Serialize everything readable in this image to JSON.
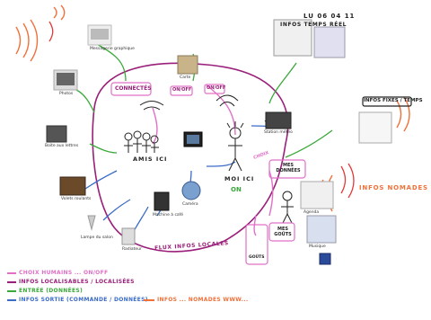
{
  "center_labels": {
    "amis_ici": "AMIS ICI",
    "moi_ici": "MOI ICI",
    "on": "ON",
    "connectes": "CONNECTÉS",
    "on_off_a": "ON/OFF",
    "on_off_b": "ON/OFF",
    "mes_donnees": "MES DONNÉES",
    "mes_gouts": "MES GOÛTS",
    "choix": "CHOIX",
    "gouts": "GOÛTS",
    "flux_infos_locales": "FLUX INFOS LOCALES"
  },
  "realtime": {
    "date": "LU 06 04 11",
    "title": "INFOS TEMPS RÉEL"
  },
  "fixed": {
    "title": "INFOS FIXES / TEMPS"
  },
  "nomades": {
    "title": "INFOS NOMADES"
  },
  "device_labels": {
    "messagerie": "Messagerie graphique",
    "photos": "Photos",
    "boite_lettres": "Boite aux lettres",
    "lampe": "Lampe du salon",
    "radiateur": "Radiateur",
    "machine_cafe": "Machine à café",
    "volets": "Volets roulants",
    "station_meteo": "Station météo",
    "agenda": "Agenda",
    "camera": "Caméra",
    "carte": "Carte",
    "musique": "Musique"
  },
  "legend": [
    {
      "text": "CHOIX HUMAINS ... ON/OFF",
      "color": "#e070c8"
    },
    {
      "text": "INFOS LOCALISABLES / LOCALISÉES",
      "color": "#9a1f7a"
    },
    {
      "text": "ENTRÉE (DONNÉES)",
      "color": "#3aa83a"
    },
    {
      "text": "INFOS SORTIE (COMMANDE / DONNÉES)",
      "color": "#3a6cc8"
    }
  ],
  "legend_extra": "INFOS ... NOMADES WWW...",
  "colors": {
    "pink": "#e070c8",
    "purple": "#9a1f7a",
    "green": "#3aa83a",
    "blue": "#3a6cc8",
    "orange": "#f0703a",
    "red": "#e03a3a",
    "ink": "#222222"
  }
}
